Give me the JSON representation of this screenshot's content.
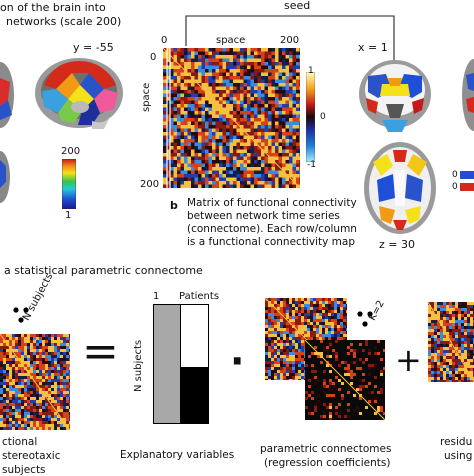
{
  "panel_a": {
    "title_line1": "on of the brain into",
    "title_line2": "networks (scale 200)",
    "y_coord": "y = -55",
    "colorbar_max": "200",
    "colorbar_min": "1"
  },
  "panel_b": {
    "seed_label": "seed",
    "axis_top_0": "0",
    "axis_top_label": "space",
    "axis_top_200": "200",
    "axis_left_0": "0",
    "axis_left_label": "space",
    "axis_left_200": "200",
    "colorbar_top": "1",
    "colorbar_mid": "0",
    "colorbar_bottom": "-1",
    "letter": "b",
    "caption": [
      "Matrix of functional connectivity",
      "between network time series",
      "(connectome). Each row/column",
      "is a functional connectivity map"
    ]
  },
  "panel_c": {
    "x_coord": "x = 1",
    "z_coord": "z = 30",
    "legend_label_1": "0",
    "legend_label_2": "0"
  },
  "panel_d": {
    "title": "a statistical parametric connectome",
    "n_subjects_label": "N subjects",
    "col_1_label": "1",
    "patients_label": "Patients",
    "y_axis_label": "N subjects",
    "k_label": "K=2",
    "equals_sign": "=",
    "dot_sign": "·",
    "plus_sign": "+",
    "caption_left": [
      "ctional",
      "stereotaxic",
      "subjects"
    ],
    "caption_design": "Explanatory variables",
    "caption_param": [
      "parametric connectomes",
      "(regression coefficients)"
    ],
    "caption_resid": [
      "residu",
      "using"
    ]
  },
  "colors": {
    "seed_arrow": "#222222",
    "design_gray": "#a8a8a8",
    "design_black": "#000000",
    "legend_blue": "#1f4fd6",
    "legend_red": "#d42a1a"
  }
}
